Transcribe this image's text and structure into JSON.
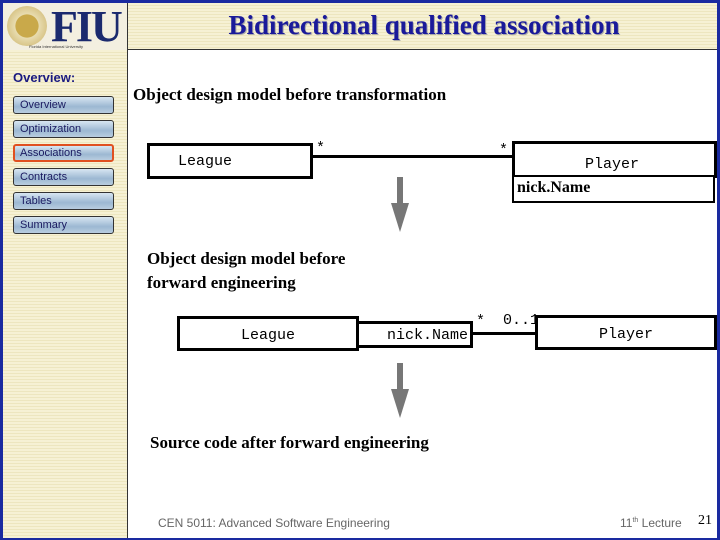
{
  "header": {
    "logo_text": "FIU",
    "logo_subtext": "Florida International University",
    "title": "Bidirectional qualified association"
  },
  "sidebar": {
    "heading": "Overview:",
    "items": [
      {
        "label": "Overview"
      },
      {
        "label": "Optimization"
      },
      {
        "label": "Associations",
        "active": true
      },
      {
        "label": "Contracts"
      },
      {
        "label": "Tables"
      },
      {
        "label": "Summary"
      }
    ]
  },
  "main": {
    "section1": "Object design model before transformation",
    "diagram1": {
      "class_a": "League",
      "class_b": "Player",
      "attribute": "nick.Name",
      "mult_a": "*",
      "mult_b": "*"
    },
    "section2_line1": "Object design model before",
    "section2_line2": "forward engineering",
    "diagram2": {
      "class_a": "League",
      "qualifier": "nick.Name",
      "class_b": "Player",
      "mult_a": "*",
      "mult_b": "0..1"
    },
    "section3": "Source code after forward engineering"
  },
  "footer": {
    "course": "CEN 5011: Advanced Software Engineering",
    "lecture_num": "11",
    "lecture_sup": "th",
    "lecture_word": "Lecture",
    "page": "21"
  },
  "colors": {
    "title": "#1a1a9a",
    "frame": "#1a2aa0",
    "active_border": "#e05020"
  }
}
